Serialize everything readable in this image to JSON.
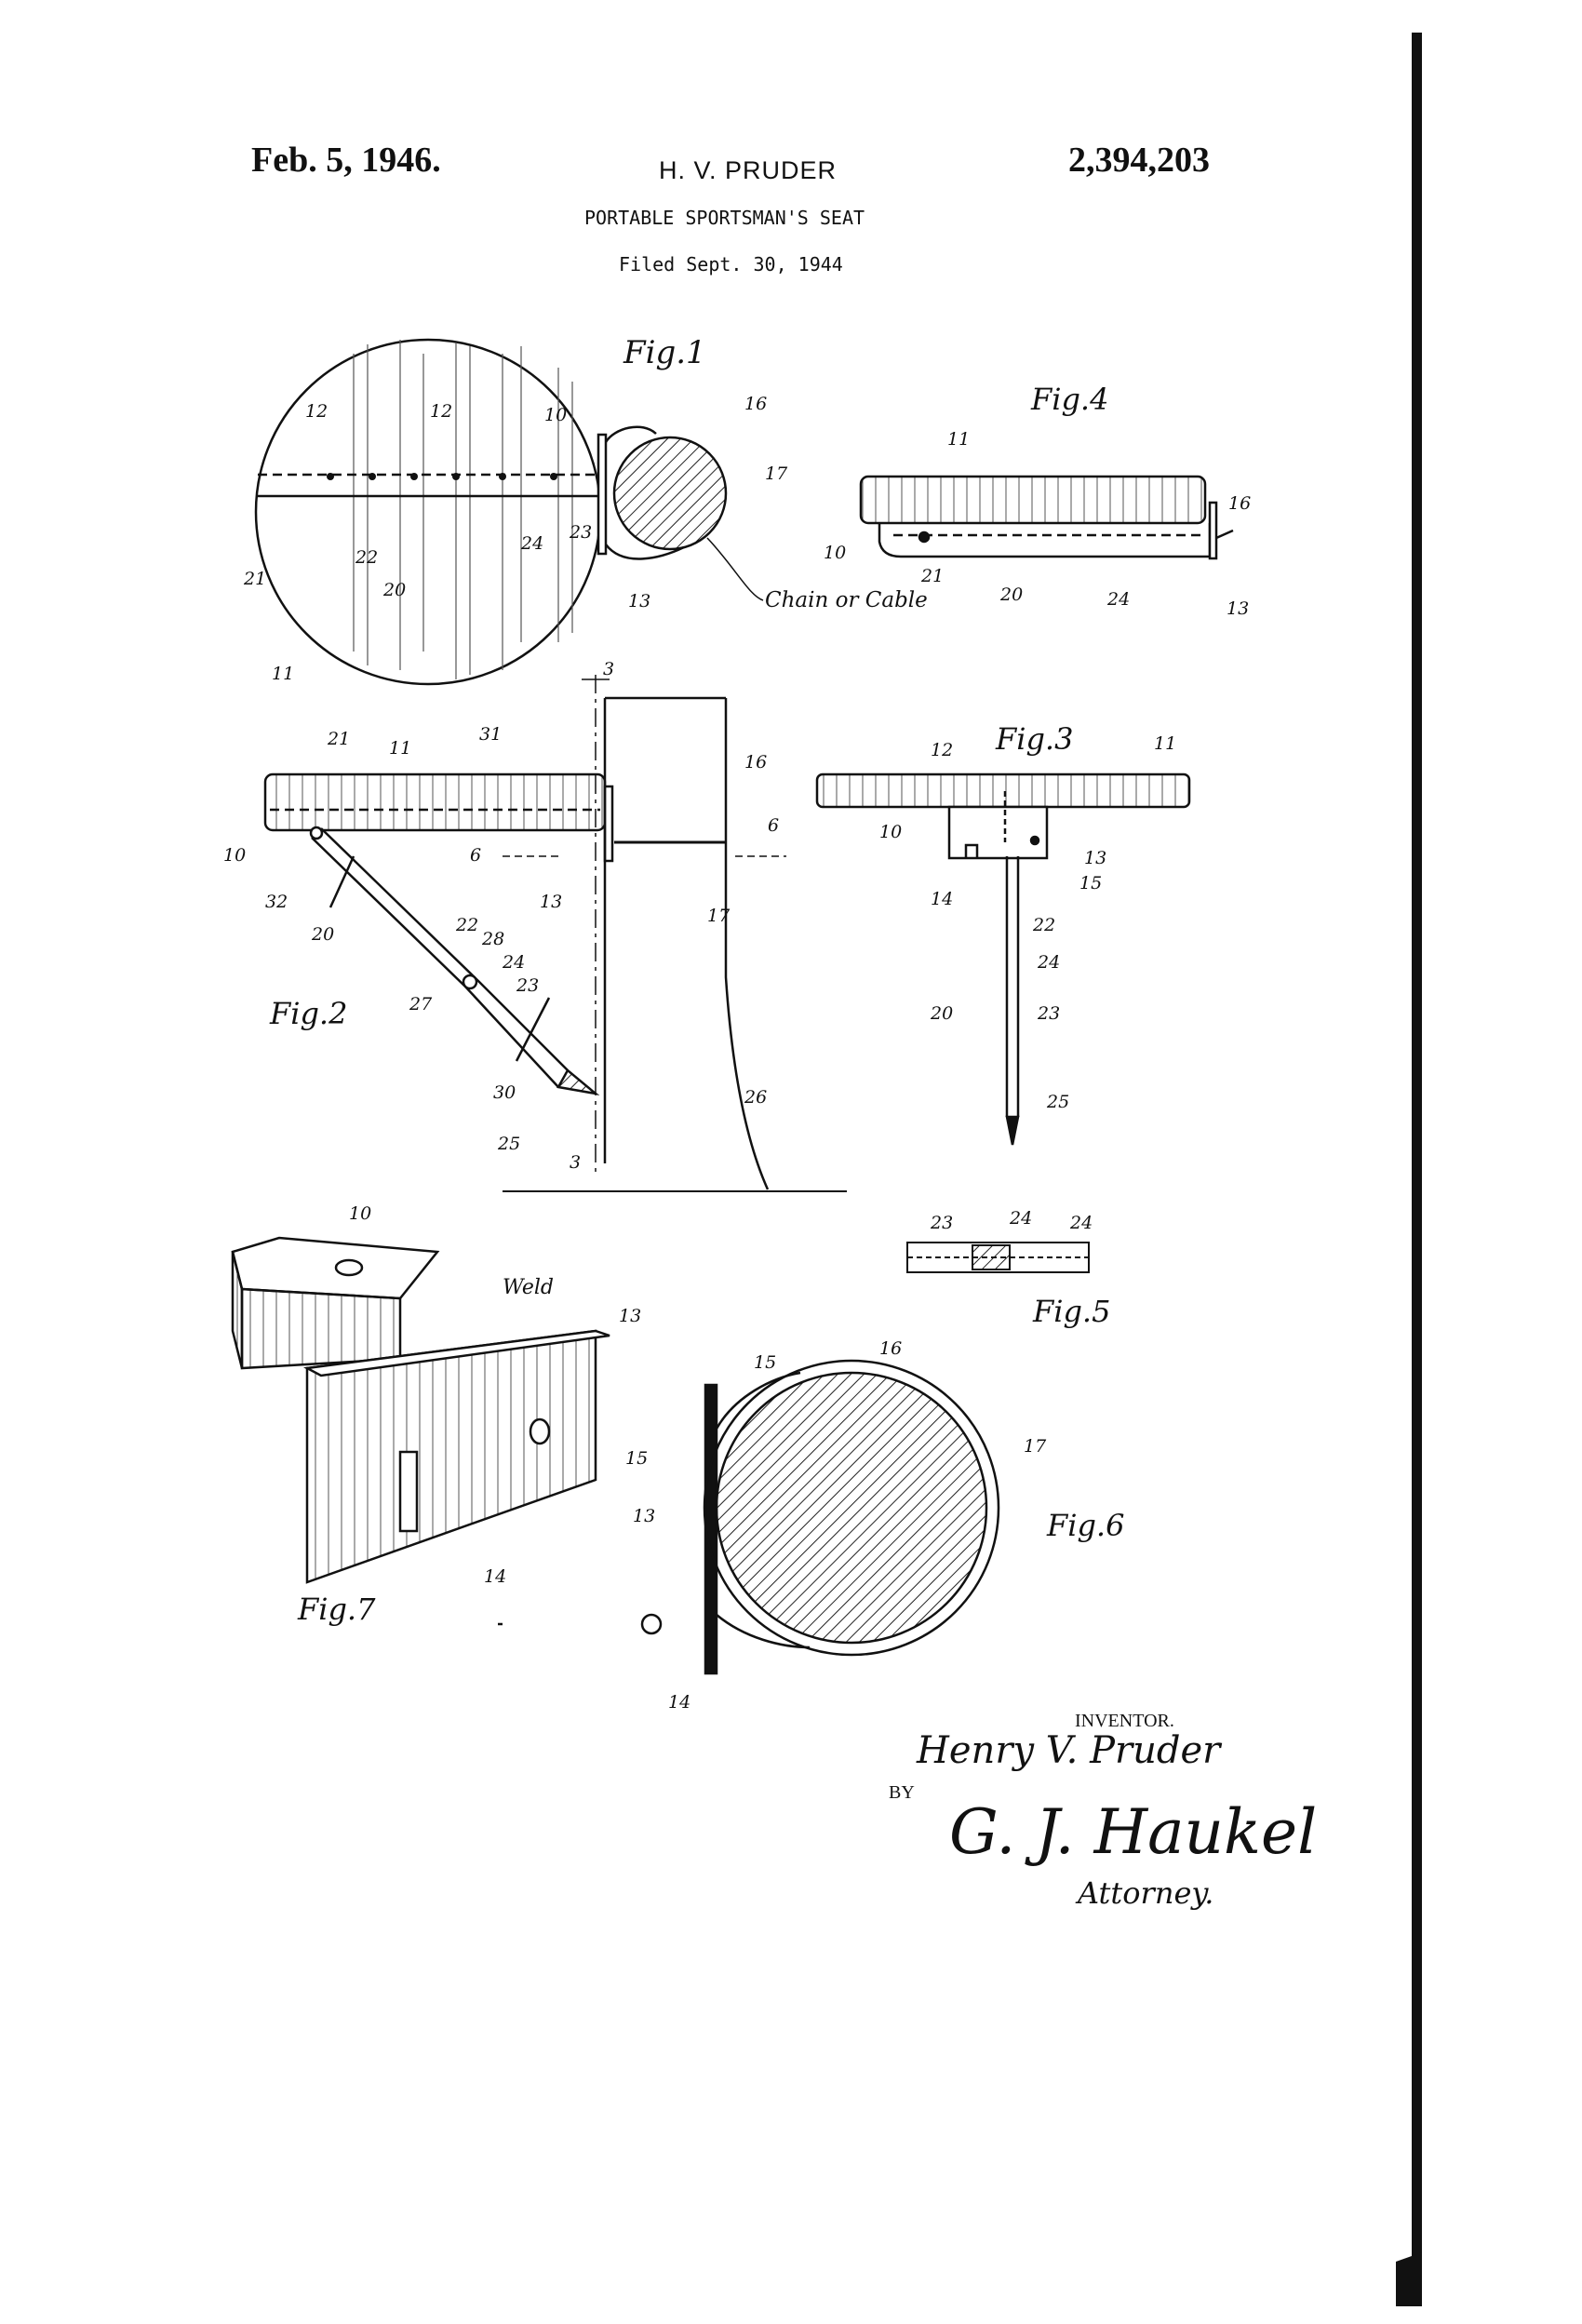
{
  "header": {
    "date": "Feb. 5, 1946.",
    "inventor_name": "H. V. PRUDER",
    "patent_number": "2,394,203",
    "title": "PORTABLE SPORTSMAN'S SEAT",
    "filed": "Filed Sept. 30, 1944"
  },
  "figures": {
    "fig1": "Fig.1",
    "fig2": "Fig.2",
    "fig3": "Fig.3",
    "fig4": "Fig.4",
    "fig5": "Fig.5",
    "fig6": "Fig.6",
    "fig7": "Fig.7"
  },
  "labels": {
    "chain_or_cable": "Chain or Cable",
    "weld": "Weld"
  },
  "ref_numerals": {
    "n3": "3",
    "n6": "6",
    "n10": "10",
    "n11": "11",
    "n12": "12",
    "n13": "13",
    "n14": "14",
    "n15": "15",
    "n16": "16",
    "n17": "17",
    "n20": "20",
    "n21": "21",
    "n22": "22",
    "n23": "23",
    "n24": "24",
    "n25": "25",
    "n26": "26",
    "n27": "27",
    "n28": "28",
    "n30": "30",
    "n31": "31",
    "n32": "32"
  },
  "signature_block": {
    "inventor_caption": "INVENTOR.",
    "inventor_signature": "Henry V. Pruder",
    "by": "BY",
    "attorney_signature": "G. J. Haukel",
    "attorney_caption": "Attorney."
  }
}
